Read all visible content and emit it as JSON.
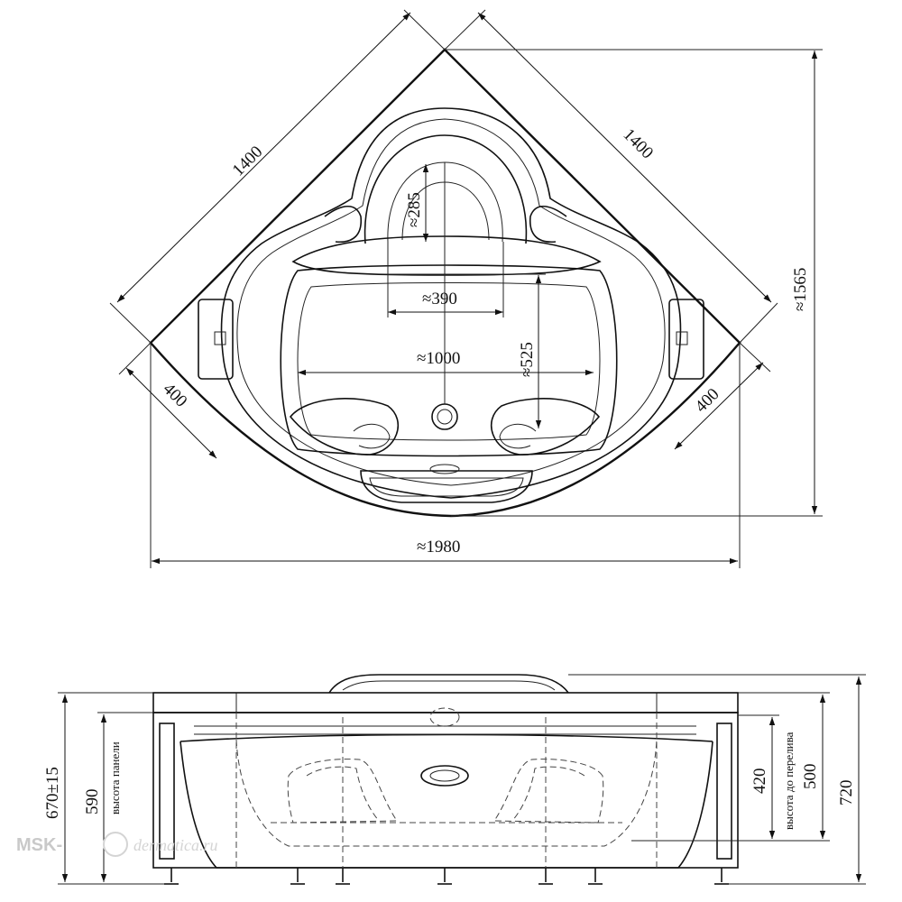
{
  "top_view": {
    "side_left": "1400",
    "side_right": "1400",
    "depth": "≈1565",
    "width": "≈1980",
    "inner_length": "≈1000",
    "headrest_width": "≈390",
    "headrest_depth": "≈285",
    "seat_depth": "≈525",
    "corner_left": "400",
    "corner_right": "400"
  },
  "side_view": {
    "total_height": "670±15",
    "panel_height_value": "590",
    "panel_height_label": "высота панели",
    "overflow_value": "420",
    "overflow_label": "высота до перелива",
    "rim_height": "500",
    "overall_height": "720"
  },
  "watermark": {
    "brand": "MSK-",
    "script": "dermatica.ru"
  }
}
